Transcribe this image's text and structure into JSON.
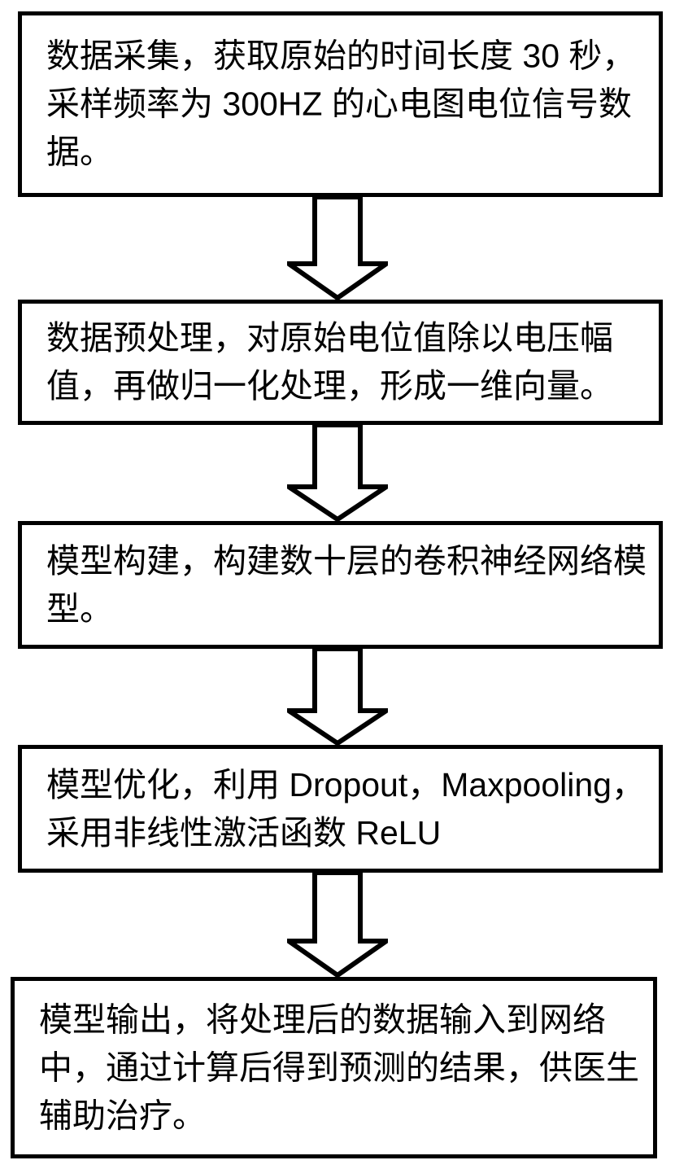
{
  "diagram": {
    "title": "ECG convolutional neural network processing flowchart",
    "type": "flowchart",
    "orientation": "top-to-bottom",
    "stroke_color": "#000000",
    "fill_color": "#ffffff",
    "nodes": [
      {
        "id": "data-acquisition",
        "index": 1,
        "text": "数据采集，获取原始的时间长度 30 秒，采样频率为 300HZ 的心电图电位信号数据。",
        "lines": [
          "数据采集，获取原始的时间长度 30 秒，",
          "采样频率为 300HZ 的心电图电位信号",
          "数据。"
        ]
      },
      {
        "id": "data-preprocessing",
        "index": 2,
        "text": "数据预处理，对原始电位值除以电压幅值，再做归一化处理，形成一维向量。",
        "lines": [
          "数据预处理，对原始电位值除以电压幅",
          "值，再做归一化处理，形成一维向量。"
        ]
      },
      {
        "id": "model-construction",
        "index": 3,
        "text": "模型构建，构建数十层的卷积神经网络模型。",
        "lines": [
          "模型构建，构建数十层的卷积神经网络",
          "模型。"
        ]
      },
      {
        "id": "model-optimization",
        "index": 4,
        "text": "模型优化，利用 Dropout，Maxpooling，采用非线性激活函数 ReLU",
        "lines": [
          "模型优化，利用 Dropout，Maxpooling，",
          "采用非线性激活函数 ReLU"
        ]
      },
      {
        "id": "model-output",
        "index": 5,
        "text": "模型输出，将处理后的数据输入到网络中，通过计算后得到预测的结果，供医生辅助治疗。",
        "lines": [
          "模型输出，将处理后的数据输入到网络",
          "中，通过计算后得到预测的结果，供医",
          "生辅助治疗。"
        ]
      }
    ],
    "connectors": [
      {
        "id": "arrow-1",
        "from": "data-acquisition",
        "to": "data-preprocessing",
        "shape": "down-block-arrow",
        "label": ""
      },
      {
        "id": "arrow-2",
        "from": "data-preprocessing",
        "to": "model-construction",
        "shape": "down-block-arrow",
        "label": ""
      },
      {
        "id": "arrow-3",
        "from": "model-construction",
        "to": "model-optimization",
        "shape": "down-block-arrow",
        "label": ""
      },
      {
        "id": "arrow-4",
        "from": "model-optimization",
        "to": "model-output",
        "shape": "down-block-arrow",
        "label": ""
      }
    ]
  }
}
